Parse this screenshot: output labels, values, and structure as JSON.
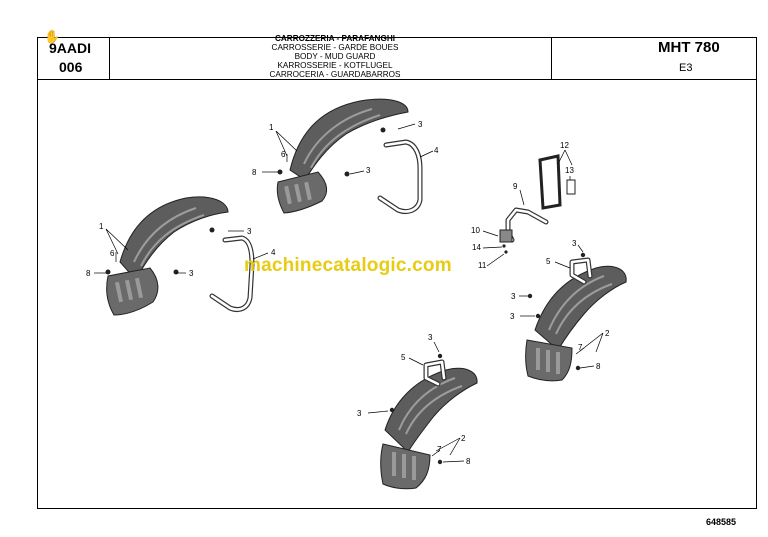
{
  "header": {
    "code_line1": "9AADI",
    "code_line2": "006",
    "titles": [
      "CARROZZERIA - PARAFANGHI",
      "CARROSSERIE - GARDE BOUES",
      "BODY - MUD GUARD",
      "KARROSSERIE - KOTFLUGEL",
      "CARROCERIA - GUARDABARROS"
    ],
    "model": "MHT 780",
    "sub": "E3"
  },
  "watermark": "machinecatalogic.com",
  "reference": "648585",
  "callouts": {
    "a1": "1",
    "a6": "6",
    "a8": "8",
    "a3a": "3",
    "a3b": "3",
    "a4": "4",
    "b1": "1",
    "b6": "6",
    "b8": "8",
    "b3a": "3",
    "b3b": "3",
    "b4": "4",
    "m12": "12",
    "m13": "13",
    "m9": "9",
    "m10": "10",
    "m14": "14",
    "m11": "11",
    "c3a": "3",
    "c5": "5",
    "c3b": "3",
    "c2": "2",
    "c7": "7",
    "c8": "8",
    "d3a": "3",
    "d5": "5",
    "d3b": "3",
    "d2": "2",
    "d7": "7",
    "d8": "8"
  }
}
